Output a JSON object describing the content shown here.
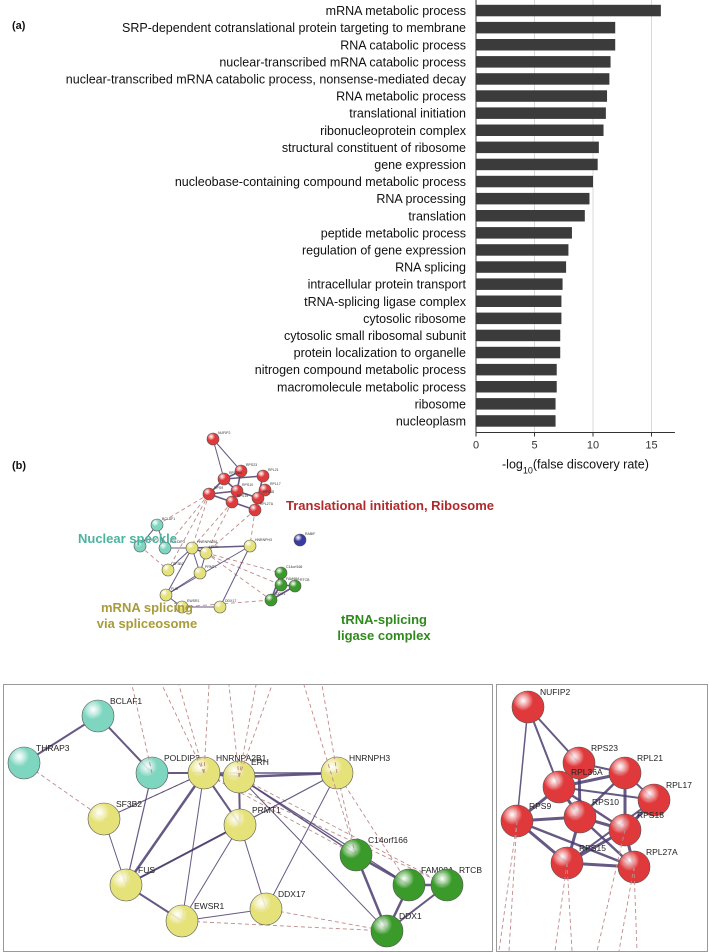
{
  "panel_a_label": "(a)",
  "panel_b_label": "(b)",
  "chart_data": {
    "type": "bar",
    "orientation": "horizontal",
    "categories": [
      "mRNA metabolic process",
      "SRP-dependent cotranslational protein targeting to membrane",
      "RNA catabolic process",
      "nuclear-transcribed mRNA catabolic process",
      "nuclear-transcribed mRNA catabolic process, nonsense-mediated decay",
      "RNA metabolic process",
      "translational initiation",
      "ribonucleoprotein complex",
      "structural constituent of ribosome",
      "gene expression",
      "nucleobase-containing compound metabolic process",
      "RNA processing",
      "translation",
      "peptide metabolic process",
      "regulation of gene expression",
      "RNA splicing",
      "intracellular protein transport",
      "tRNA-splicing ligase complex",
      "cytosolic ribosome",
      "cytosolic small ribosomal subunit",
      "protein localization to organelle",
      "nitrogen compound metabolic process",
      "macromolecule metabolic process",
      "ribosome",
      "nucleoplasm"
    ],
    "values": [
      15.8,
      11.9,
      11.9,
      11.5,
      11.4,
      11.2,
      11.1,
      10.9,
      10.5,
      10.4,
      10.0,
      9.7,
      9.3,
      8.2,
      7.9,
      7.7,
      7.4,
      7.3,
      7.3,
      7.2,
      7.2,
      6.9,
      6.9,
      6.8,
      6.8
    ],
    "xlabel": "-log10(false discovery rate)",
    "xlim": [
      0,
      17
    ],
    "xticks": [
      0,
      5,
      10,
      15
    ],
    "grid": true,
    "bar_color": "#3b3b3b"
  },
  "network": {
    "cluster_labels": {
      "ribosome": "Translational initiation, Ribosome",
      "speckle": "Nuclear speckle",
      "splicing_line1": "mRNA splicing",
      "splicing_line2": "via spliceosome",
      "trna_line1": "tRNA-splicing",
      "trna_line2": "ligase complex"
    },
    "colors": {
      "ribosome": "#e0393b",
      "speckle": "#7fd6c0",
      "splicing": "#e6e27a",
      "trna": "#3a9a2a",
      "isolated": "#3a3aa0",
      "ribosome_text": "#b2292b",
      "speckle_text": "#4bb3a0",
      "splicing_text": "#a89c3a",
      "trna_text": "#2f8a1c"
    },
    "overview": {
      "nodes": [
        {
          "id": "NUFIP2",
          "group": "ribosome"
        },
        {
          "id": "RPS23",
          "group": "ribosome"
        },
        {
          "id": "RPL21",
          "group": "ribosome"
        },
        {
          "id": "RPL36A",
          "group": "ribosome"
        },
        {
          "id": "RPL17",
          "group": "ribosome"
        },
        {
          "id": "RPS9",
          "group": "ribosome"
        },
        {
          "id": "RPS10",
          "group": "ribosome"
        },
        {
          "id": "RPS18",
          "group": "ribosome"
        },
        {
          "id": "RPS15",
          "group": "ribosome"
        },
        {
          "id": "RPL27A",
          "group": "ribosome"
        },
        {
          "id": "RABIF",
          "group": "isolated"
        },
        {
          "id": "BCLAF1",
          "group": "speckle"
        },
        {
          "id": "THRAP3",
          "group": "speckle"
        },
        {
          "id": "POLDIP3",
          "group": "speckle"
        },
        {
          "id": "HNRNPA2B1",
          "group": "splicing"
        },
        {
          "id": "ERH",
          "group": "splicing"
        },
        {
          "id": "HNRNPH3",
          "group": "splicing"
        },
        {
          "id": "SF3B2",
          "group": "splicing"
        },
        {
          "id": "PRMT1",
          "group": "splicing"
        },
        {
          "id": "FUS",
          "group": "splicing"
        },
        {
          "id": "EWSR1",
          "group": "splicing"
        },
        {
          "id": "DDX17",
          "group": "splicing"
        },
        {
          "id": "C14orf166",
          "group": "trna"
        },
        {
          "id": "FAM98A",
          "group": "trna"
        },
        {
          "id": "RTCB",
          "group": "trna"
        },
        {
          "id": "DDX1",
          "group": "trna"
        }
      ]
    },
    "left_panel": {
      "nodes": [
        {
          "id": "BCLAF1",
          "group": "speckle"
        },
        {
          "id": "THRAP3",
          "group": "speckle"
        },
        {
          "id": "POLDIP3",
          "group": "speckle"
        },
        {
          "id": "HNRNPA2B1",
          "group": "splicing"
        },
        {
          "id": "ERH",
          "group": "splicing"
        },
        {
          "id": "HNRNPH3",
          "group": "splicing"
        },
        {
          "id": "SF3B2",
          "group": "splicing"
        },
        {
          "id": "PRMT1",
          "group": "splicing"
        },
        {
          "id": "FUS",
          "group": "splicing"
        },
        {
          "id": "EWSR1",
          "group": "splicing"
        },
        {
          "id": "DDX17",
          "group": "splicing"
        },
        {
          "id": "C14orf166",
          "group": "trna"
        },
        {
          "id": "FAM98A",
          "group": "trna"
        },
        {
          "id": "RTCB",
          "group": "trna"
        },
        {
          "id": "DDX1",
          "group": "trna"
        }
      ]
    },
    "right_panel": {
      "nodes": [
        {
          "id": "NUFIP2",
          "group": "ribosome"
        },
        {
          "id": "RPS23",
          "group": "ribosome"
        },
        {
          "id": "RPL21",
          "group": "ribosome"
        },
        {
          "id": "RPL36A",
          "group": "ribosome"
        },
        {
          "id": "RPL17",
          "group": "ribosome"
        },
        {
          "id": "RPS9",
          "group": "ribosome"
        },
        {
          "id": "RPS10",
          "group": "ribosome"
        },
        {
          "id": "RPS18",
          "group": "ribosome"
        },
        {
          "id": "RPS15",
          "group": "ribosome"
        },
        {
          "id": "RPL27A",
          "group": "ribosome"
        }
      ]
    }
  }
}
